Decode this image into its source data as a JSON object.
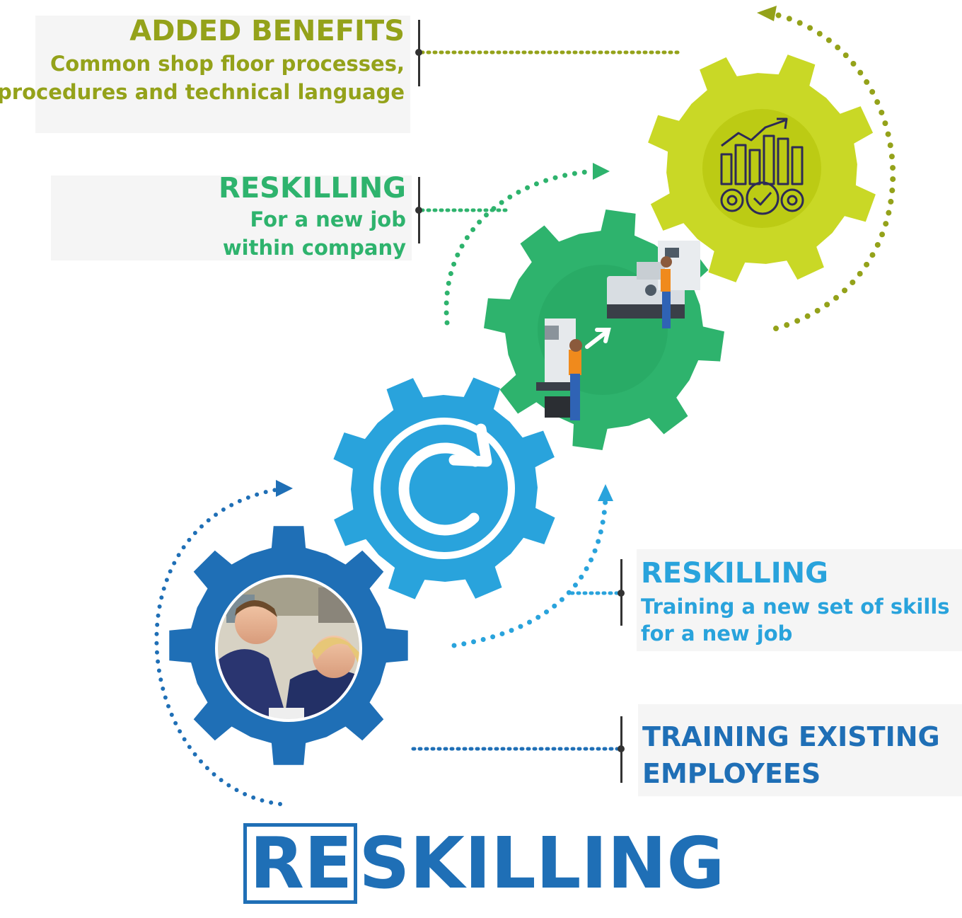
{
  "title": {
    "prefix": "RE",
    "rest": "SKILLING"
  },
  "panels": {
    "added_benefits": {
      "heading": "ADDED BENEFITS",
      "lines": [
        "Common shop floor processes,",
        "procedures and technical language"
      ]
    },
    "reskilling_new_job": {
      "heading": "RESKILLING",
      "lines": [
        "For a new job",
        "within company"
      ]
    },
    "reskilling_new_skills": {
      "heading": "RESKILLING",
      "lines": [
        "Training a new set of skills",
        "for a new job"
      ]
    },
    "training_existing": {
      "lines": [
        "TRAINING EXISTING",
        "EMPLOYEES"
      ]
    }
  },
  "colors": {
    "olive": "#94a21a",
    "lime_gear": "#c9d826",
    "green": "#2eb36d",
    "light_blue": "#29a3dc",
    "dark_blue": "#1f6fb6"
  },
  "icons": {
    "gear_1": "training-photo",
    "gear_2": "refresh-icon",
    "gear_3": "workers-machines-icon",
    "gear_4": "growth-chart-gears-icon"
  }
}
